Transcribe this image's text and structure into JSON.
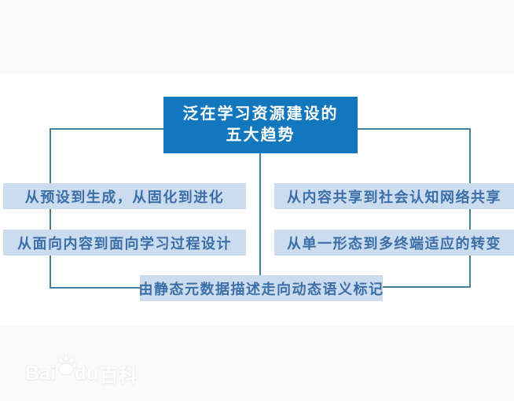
{
  "diagram": {
    "root": {
      "title_line1": "泛在学习资源建设的",
      "title_line2": "五大趋势"
    },
    "branches": [
      {
        "label": "从预设到生成，从固化到进化"
      },
      {
        "label": "从面向内容到面向学习过程设计"
      },
      {
        "label": "从内容共享到社会认知网络共享"
      },
      {
        "label": "从单一形态到多终端适应的转变"
      },
      {
        "label": "由静态元数据描述走向动态语义标记"
      }
    ],
    "colors": {
      "root_fill": "#1377bd",
      "root_text": "#ffffff",
      "branch_fill": "#cbdcee",
      "branch_text": "#3c6fa8",
      "connector": "#44819f",
      "canvas_band": "#fafafa",
      "canvas_center": "#ffffff"
    }
  },
  "watermark": {
    "latin_prefix": "Bai",
    "latin_mid": "du",
    "cjk_suffix": "百科",
    "icon": "baidu-paw-icon"
  }
}
